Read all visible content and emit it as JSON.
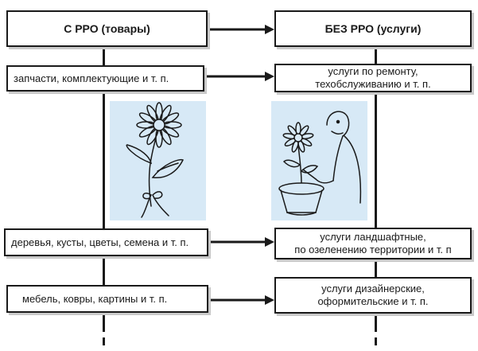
{
  "columns": {
    "left_header": "С РРО (товары)",
    "right_header": "БЕЗ РРО (услуги)"
  },
  "rows": [
    {
      "left": "запчасти, комплектующие и т. п.",
      "right": [
        "услуги по ремонту,",
        "техобслуживанию и т. п."
      ]
    },
    {
      "left": "деревья, кусты, цветы, семена и т. п.",
      "right": [
        "услуги ландшафтные,",
        "по озеленению территории и т. п"
      ]
    },
    {
      "left": "мебель, ковры, картины и т. п.",
      "right": [
        "услуги дизайнерские,",
        "оформительские и т. п."
      ]
    }
  ],
  "illustrations": {
    "left_icon": "flower-with-bow-icon",
    "right_icon": "gardener-watering-potted-flower-icon",
    "background_color": "#d7e9f6"
  },
  "colors": {
    "line": "#1a1a1a",
    "shadow": "#c9c9c9"
  }
}
